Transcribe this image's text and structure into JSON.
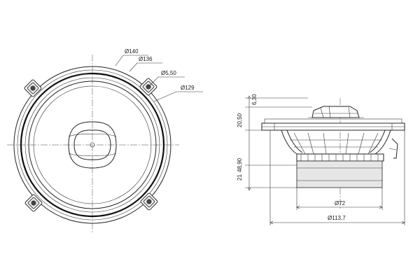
{
  "dimensions": {
    "front": {
      "d140": "Ø140",
      "d136": "Ø136",
      "d5_50": "Ø5,50",
      "d129": "Ø129"
    },
    "side": {
      "h6_30": "6,30",
      "h20_50": "20,50",
      "h48_90": "48,90",
      "h21": "21",
      "d72": "Ø72",
      "d113_7": "Ø113,7"
    }
  }
}
